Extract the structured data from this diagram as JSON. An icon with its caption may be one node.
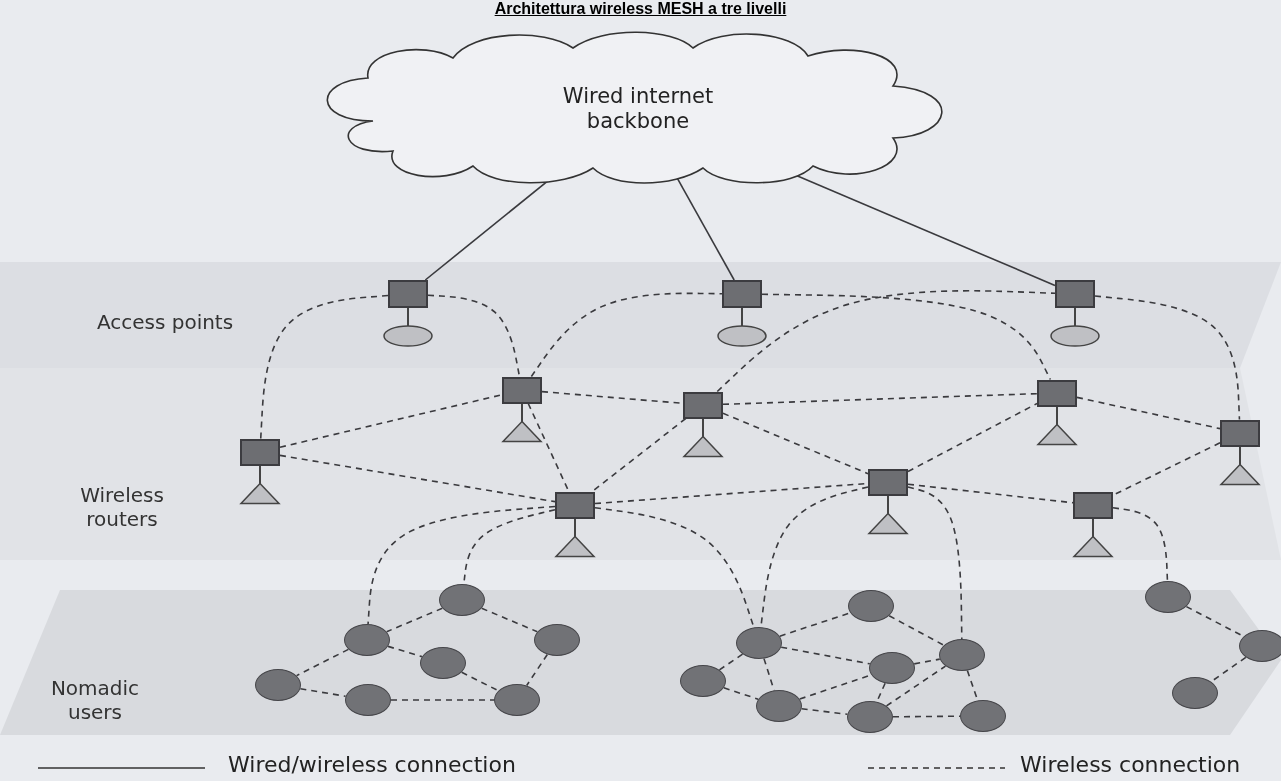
{
  "diagram": {
    "title": "Architettura wireless MESH a tre livelli",
    "nodes": [
      {
        "text": [
          "Wired internet backbone"
        ]
      },
      {
        "text": [],
        "shape": "box"
      },
      {
        "text": [],
        "shape": "box"
      },
      {
        "text": [],
        "shape": "box"
      },
      {
        "text": [],
        "shape": "box"
      },
      {
        "text": [],
        "shape": "box"
      },
      {
        "text": [],
        "shape": "box"
      },
      {
        "text": [],
        "shape": "box"
      },
      {
        "text": [],
        "shape": "box"
      },
      {
        "text": [],
        "shape": "box"
      },
      {
        "text": [],
        "shape": "box"
      },
      {
        "text": [],
        "shape": "box"
      },
      {
        "text": [],
        "shape": "circle"
      },
      {
        "text": [],
        "shape": "circle"
      },
      {
        "text": [],
        "shape": "circle"
      },
      {
        "text": [],
        "shape": "circle"
      },
      {
        "text": [],
        "shape": "circle"
      },
      {
        "text": [],
        "shape": "circle"
      },
      {
        "text": [],
        "shape": "circle"
      },
      {
        "text": [],
        "shape": "circle"
      },
      {
        "text": [],
        "shape": "circle"
      },
      {
        "text": [],
        "shape": "circle"
      },
      {
        "text": [],
        "shape": "circle"
      },
      {
        "text": [],
        "shape": "circle"
      },
      {
        "text": [],
        "shape": "circle"
      },
      {
        "text": [],
        "shape": "circle"
      },
      {
        "text": [],
        "shape": "circle"
      },
      {
        "text": [],
        "shape": "circle"
      },
      {
        "text": [],
        "shape": "circle"
      },
      {
        "text": [],
        "shape": "circle"
      }
    ],
    "edges": [
      {
        "from": 0,
        "to": 1,
        "arrow": "none"
      },
      {
        "from": 0,
        "to": 2,
        "arrow": "none"
      },
      {
        "from": 0,
        "to": 3,
        "arrow": "none"
      },
      {
        "from": 1,
        "to": 4,
        "arrow": "none",
        "style": "dashed"
      },
      {
        "from": 1,
        "to": 5,
        "arrow": "none",
        "style": "dashed"
      },
      {
        "from": 5,
        "to": 2,
        "arrow": "none",
        "style": "dashed"
      },
      {
        "from": 2,
        "to": 9,
        "arrow": "none",
        "style": "dashed"
      },
      {
        "from": 7,
        "to": 3,
        "arrow": "none",
        "style": "dashed"
      },
      {
        "from": 3,
        "to": 11,
        "arrow": "none",
        "style": "dashed"
      },
      {
        "from": 4,
        "to": 5,
        "arrow": "none",
        "style": "dashed"
      },
      {
        "from": 4,
        "to": 6,
        "arrow": "none",
        "style": "dashed"
      },
      {
        "from": 5,
        "to": 7,
        "arrow": "none",
        "style": "dashed"
      },
      {
        "from": 5,
        "to": 6,
        "arrow": "none",
        "style": "dashed"
      },
      {
        "from": 7,
        "to": 9,
        "arrow": "none",
        "style": "dashed"
      },
      {
        "from": 7,
        "to": 6,
        "arrow": "none",
        "style": "dashed"
      },
      {
        "from": 7,
        "to": 8,
        "arrow": "none",
        "style": "dashed"
      },
      {
        "from": 8,
        "to": 9,
        "arrow": "none",
        "style": "dashed"
      },
      {
        "from": 9,
        "to": 11,
        "arrow": "none",
        "style": "dashed"
      },
      {
        "from": 11,
        "to": 10,
        "arrow": "none",
        "style": "dashed"
      },
      {
        "from": 6,
        "to": 8,
        "arrow": "none",
        "style": "dashed"
      },
      {
        "from": 8,
        "to": 10,
        "arrow": "none",
        "style": "dashed"
      },
      {
        "from": 6,
        "to": 13,
        "arrow": "none",
        "style": "dashed"
      },
      {
        "from": 6,
        "to": 16,
        "arrow": "none",
        "style": "dashed"
      },
      {
        "from": 6,
        "to": 20,
        "arrow": "none",
        "style": "dashed"
      },
      {
        "from": 8,
        "to": 20,
        "arrow": "none",
        "style": "dashed"
      },
      {
        "from": 8,
        "to": 25,
        "arrow": "none",
        "style": "dashed"
      },
      {
        "from": 10,
        "to": 27,
        "arrow": "none",
        "style": "dashed"
      },
      {
        "from": 16,
        "to": 13,
        "arrow": "none",
        "style": "dashed"
      },
      {
        "from": 16,
        "to": 18,
        "arrow": "none",
        "style": "dashed"
      },
      {
        "from": 13,
        "to": 15,
        "arrow": "none",
        "style": "dashed"
      },
      {
        "from": 13,
        "to": 12,
        "arrow": "none",
        "style": "dashed"
      },
      {
        "from": 12,
        "to": 14,
        "arrow": "none",
        "style": "dashed"
      },
      {
        "from": 14,
        "to": 17,
        "arrow": "none",
        "style": "dashed"
      },
      {
        "from": 15,
        "to": 17,
        "arrow": "none",
        "style": "dashed"
      },
      {
        "from": 18,
        "to": 17,
        "arrow": "none",
        "style": "dashed"
      },
      {
        "from": 20,
        "to": 22,
        "arrow": "none",
        "style": "dashed"
      },
      {
        "from": 20,
        "to": 24,
        "arrow": "none",
        "style": "dashed"
      },
      {
        "from": 20,
        "to": 19,
        "arrow": "none",
        "style": "dashed"
      },
      {
        "from": 20,
        "to": 21,
        "arrow": "none",
        "style": "dashed"
      },
      {
        "from": 19,
        "to": 21,
        "arrow": "none",
        "style": "dashed"
      },
      {
        "from": 21,
        "to": 24,
        "arrow": "none",
        "style": "dashed"
      },
      {
        "from": 21,
        "to": 23,
        "arrow": "none",
        "style": "dashed"
      },
      {
        "from": 24,
        "to": 23,
        "arrow": "none",
        "style": "dashed"
      },
      {
        "from": 24,
        "to": 25,
        "arrow": "none",
        "style": "dashed"
      },
      {
        "from": 22,
        "to": 25,
        "arrow": "none",
        "style": "dashed"
      },
      {
        "from": 23,
        "to": 25,
        "arrow": "none",
        "style": "dashed"
      },
      {
        "from": 25,
        "to": 26,
        "arrow": "none",
        "style": "dashed"
      },
      {
        "from": 23,
        "to": 26,
        "arrow": "none",
        "style": "dashed"
      },
      {
        "from": 27,
        "to": 29,
        "arrow": "none",
        "style": "dashed"
      },
      {
        "from": 29,
        "to": 28,
        "arrow": "none",
        "style": "dashed"
      }
    ],
    "labels": [
      "Access points",
      "Wireless routers",
      "Nomadic users"
    ],
    "legend": [
      {
        "text": "Wired/wireless connection"
      },
      {
        "text": "Wireless connection"
      }
    ]
  }
}
